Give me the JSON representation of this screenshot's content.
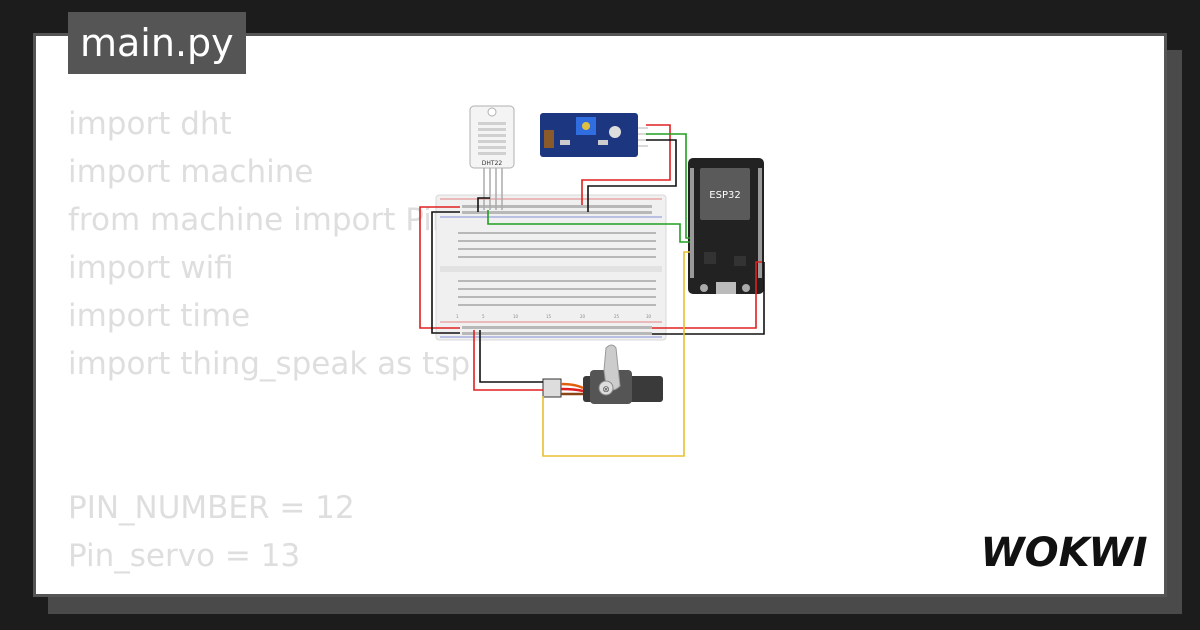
{
  "filename": "main.py",
  "code_lines": [
    "import dht",
    "import machine",
    "from machine import Pin",
    "import wifi",
    "import time",
    "import thing_speak as tsp"
  ],
  "code_lines_2": [
    "PIN_NUMBER = 12",
    "Pin_servo = 13"
  ],
  "diagram": {
    "dht_label": "DHT22",
    "esp_label": "ESP32",
    "breadboard_numbers": [
      "1",
      "5",
      "10",
      "15",
      "20",
      "25",
      "30"
    ]
  },
  "logo_text": "WOKWI",
  "colors": {
    "background": "#1c1c1c",
    "card": "#ffffff",
    "tab": "#555555",
    "code_text": "#dedede",
    "wire_red": "#e02020",
    "wire_green": "#20a020",
    "wire_yellow": "#e8c030",
    "servo_orange": "#e06010"
  }
}
